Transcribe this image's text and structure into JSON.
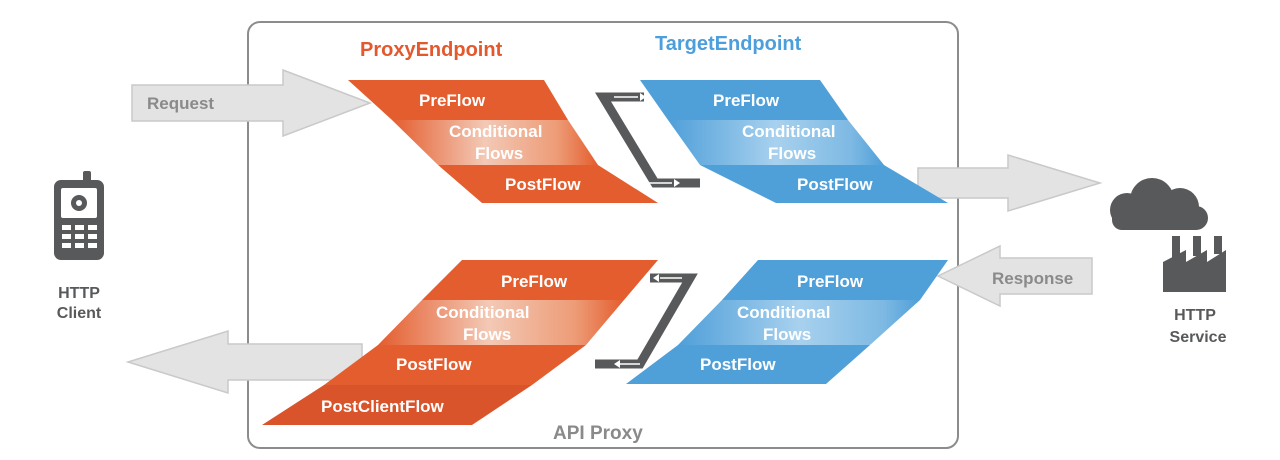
{
  "proxy": {
    "label": "API Proxy"
  },
  "proxy_endpoint": {
    "title": "ProxyEndpoint"
  },
  "target_endpoint": {
    "title": "TargetEndpoint"
  },
  "request": {
    "label": "Request"
  },
  "response": {
    "label": "Response"
  },
  "client": {
    "line1": "HTTP",
    "line2": "Client"
  },
  "service": {
    "line1": "HTTP",
    "line2": "Service"
  },
  "flows": {
    "preflow": "PreFlow",
    "conditional_line1": "Conditional",
    "conditional_line2": "Flows",
    "postflow": "PostFlow",
    "postclientflow": "PostClientFlow"
  },
  "colors": {
    "orange": "#e45d2e",
    "orange_dark": "#d9542a",
    "blue": "#4f9fd9",
    "blue_dark": "#4593cf",
    "arrow_gray": "#e3e3e3",
    "arrow_outline": "#c9c9c9",
    "label_gray": "#8a8a8a",
    "icon_gray": "#58595b",
    "border_gray": "#8c8c8c",
    "title_orange": "#e3582d",
    "title_blue": "#4c9fdc"
  }
}
